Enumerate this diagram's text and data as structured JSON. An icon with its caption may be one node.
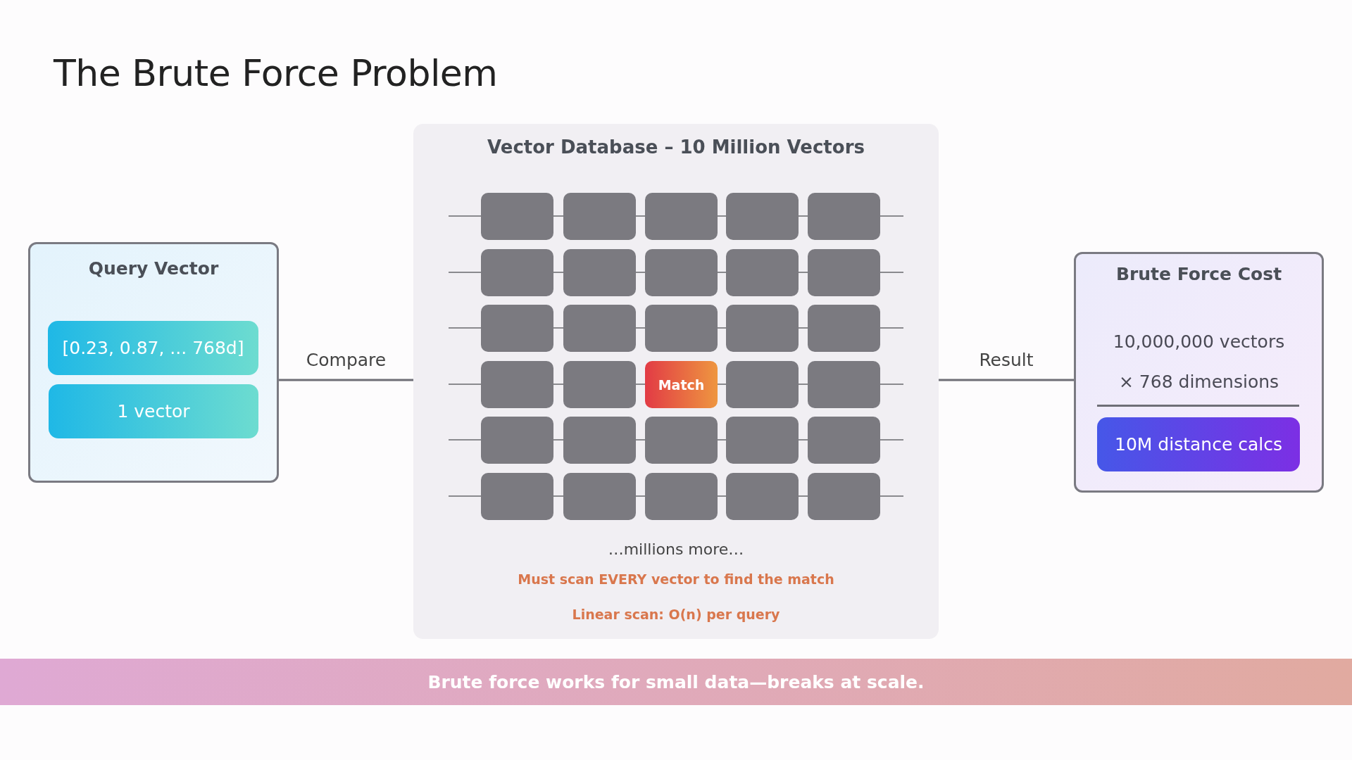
{
  "diagram": {
    "title": "The Brute Force Problem",
    "nodes": [
      {
        "text": [
          "Query Vector"
        ]
      },
      {
        "text": [
          "[0.23, 0.87, ... 768d]"
        ],
        "in": 0
      },
      {
        "text": [
          "1 vector"
        ],
        "in": 0
      },
      {
        "text": [
          "Vector Database – 10 Million Vectors",
          "…millions more…",
          "Must scan EVERY vector to find the match",
          "Linear scan: O(n) per query"
        ]
      },
      {
        "text": [],
        "shape": "box",
        "in": 3
      },
      {
        "text": [],
        "shape": "box",
        "in": 3
      },
      {
        "text": [],
        "shape": "box",
        "in": 3
      },
      {
        "text": [],
        "shape": "box",
        "in": 3
      },
      {
        "text": [],
        "shape": "box",
        "in": 3
      },
      {
        "text": [],
        "shape": "box",
        "in": 3
      },
      {
        "text": [],
        "shape": "box",
        "in": 3
      },
      {
        "text": [],
        "shape": "box",
        "in": 3
      },
      {
        "text": [],
        "shape": "box",
        "in": 3
      },
      {
        "text": [],
        "shape": "box",
        "in": 3
      },
      {
        "text": [],
        "shape": "box",
        "in": 3
      },
      {
        "text": [],
        "shape": "box",
        "in": 3
      },
      {
        "text": [],
        "shape": "box",
        "in": 3
      },
      {
        "text": [],
        "shape": "box",
        "in": 3
      },
      {
        "text": [],
        "shape": "box",
        "in": 3
      },
      {
        "text": [],
        "shape": "box",
        "in": 3
      },
      {
        "text": [],
        "shape": "box",
        "in": 3
      },
      {
        "text": [
          "Match"
        ],
        "in": 3
      },
      {
        "text": [],
        "shape": "box",
        "in": 3
      },
      {
        "text": [],
        "shape": "box",
        "in": 3
      },
      {
        "text": [],
        "shape": "box",
        "in": 3
      },
      {
        "text": [],
        "shape": "box",
        "in": 3
      },
      {
        "text": [],
        "shape": "box",
        "in": 3
      },
      {
        "text": [],
        "shape": "box",
        "in": 3
      },
      {
        "text": [],
        "shape": "box",
        "in": 3
      },
      {
        "text": [],
        "shape": "box",
        "in": 3
      },
      {
        "text": [],
        "shape": "box",
        "in": 3
      },
      {
        "text": [],
        "shape": "box",
        "in": 3
      },
      {
        "text": [],
        "shape": "box",
        "in": 3
      },
      {
        "text": [],
        "shape": "box",
        "in": 3
      },
      {
        "text": [
          "Brute Force Cost",
          "10,000,000 vectors",
          "× 768 dimensions"
        ]
      },
      {
        "text": [
          "10M distance calcs"
        ],
        "in": 34
      },
      {
        "text": [
          "Brute force works for small data—breaks at scale."
        ]
      }
    ],
    "edges": [
      {
        "from": 0,
        "to": 3,
        "arrow": "none",
        "label": "Compare"
      },
      {
        "from": 3,
        "to": 34,
        "arrow": "none",
        "label": "Result"
      }
    ]
  }
}
